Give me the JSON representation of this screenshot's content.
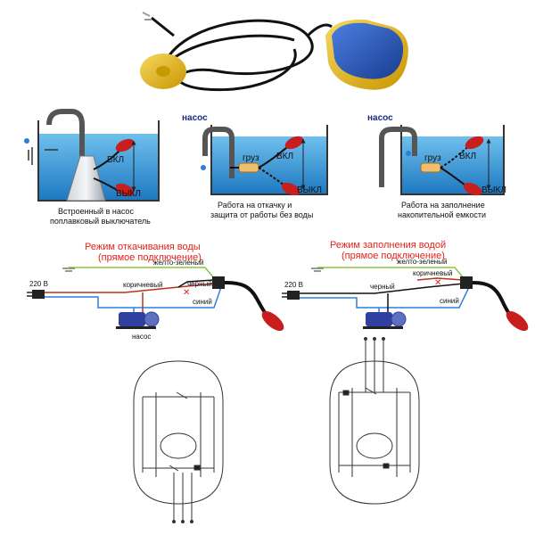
{
  "panels": [
    {
      "pump_label": "",
      "on_label": "ВКЛ",
      "off_label": "ВЫКЛ",
      "weight_label": "",
      "caption_line1": "Встроенный в насос",
      "caption_line2": "поплавковый выключатель"
    },
    {
      "pump_label": "насос",
      "on_label": "ВКЛ",
      "off_label": "ВЫКЛ",
      "weight_label": "груз",
      "caption_line1": "Работа на откачку и",
      "caption_line2": "защита от работы без воды"
    },
    {
      "pump_label": "насос",
      "on_label": "ВКЛ",
      "off_label": "ВЫКЛ",
      "weight_label": "груз",
      "caption_line1": "Работа на заполнение",
      "caption_line2": "накопительной емкости"
    }
  ],
  "wiring": [
    {
      "title_line1": "Режим откачивания воды",
      "title_line2": "(прямое подключение)",
      "voltage": "220 В",
      "wire_yellow_green": "желто-зеленый",
      "wire_brown": "коричневый",
      "wire_black": "черный",
      "wire_blue": "синий",
      "pump_label": "насос"
    },
    {
      "title_line1": "Режим заполнения водой",
      "title_line2": "(прямое подключение)",
      "voltage": "220 В",
      "wire_yellow_green": "желто-зеленый",
      "wire_brown": "коричневый",
      "wire_black": "черный",
      "wire_blue": "синий"
    }
  ],
  "colors": {
    "water": "#2f8fd0",
    "float_red": "#c81e1e",
    "float_yellow": "#e8b818",
    "float_blue": "#2a59b4",
    "wire_yellow_green": "#8cc63f",
    "wire_brown": "#b5341c",
    "wire_blue": "#2f7fe0",
    "title_red": "#e2231a",
    "pump_blue": "#3040a0",
    "pipe_gray": "#5a5a5a"
  }
}
